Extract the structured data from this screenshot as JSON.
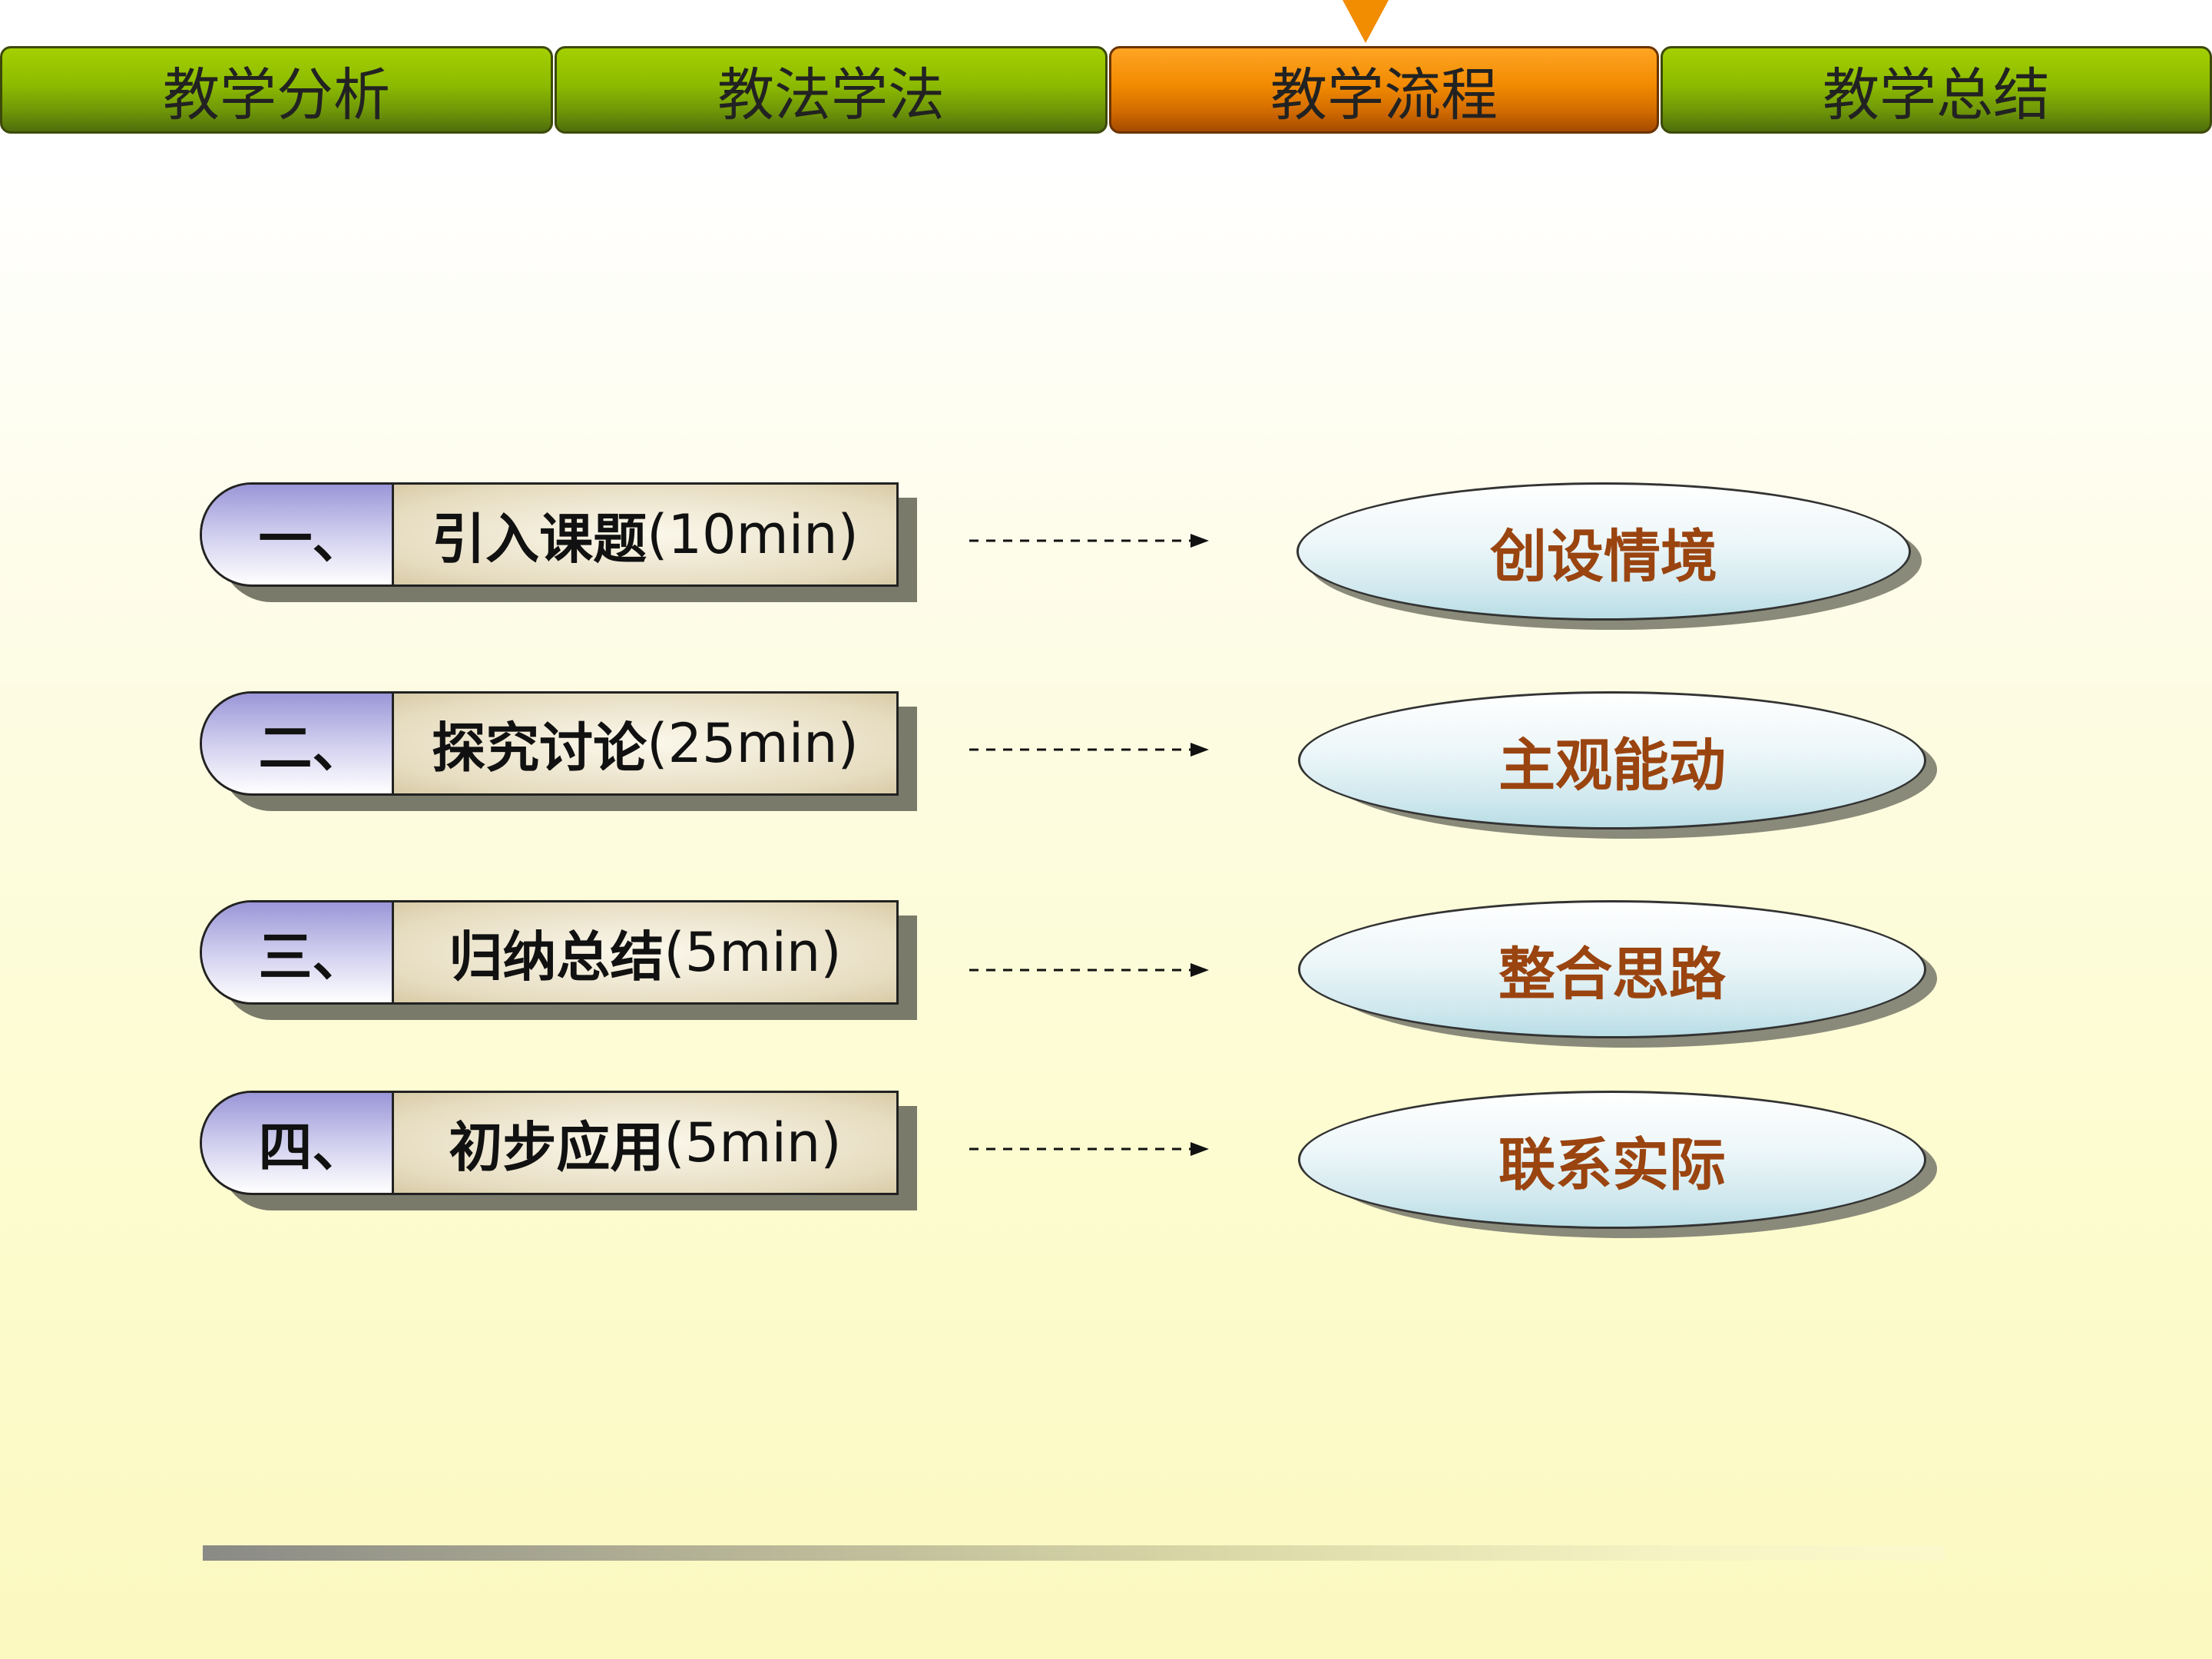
{
  "nav": {
    "tabs": [
      {
        "label": "教学分析",
        "active": false
      },
      {
        "label": "教法学法",
        "active": false
      },
      {
        "label": "教学流程",
        "active": true
      },
      {
        "label": "教学总结",
        "active": false
      }
    ]
  },
  "colors": {
    "tab_green": "#8cba00",
    "tab_active_orange": "#f18a00",
    "ellipse_text": "#9a4410"
  },
  "steps": [
    {
      "number": "一、",
      "title": "引入课题",
      "duration": "(10min)",
      "outcome": "创设情境"
    },
    {
      "number": "二、",
      "title": "探究讨论",
      "duration": "(25min)",
      "outcome": "主观能动"
    },
    {
      "number": "三、",
      "title": "归纳总结",
      "duration": "(5min)",
      "outcome": "整合思路"
    },
    {
      "number": "四、",
      "title": "初步应用",
      "duration": "(5min)",
      "outcome": "联系实际"
    }
  ]
}
